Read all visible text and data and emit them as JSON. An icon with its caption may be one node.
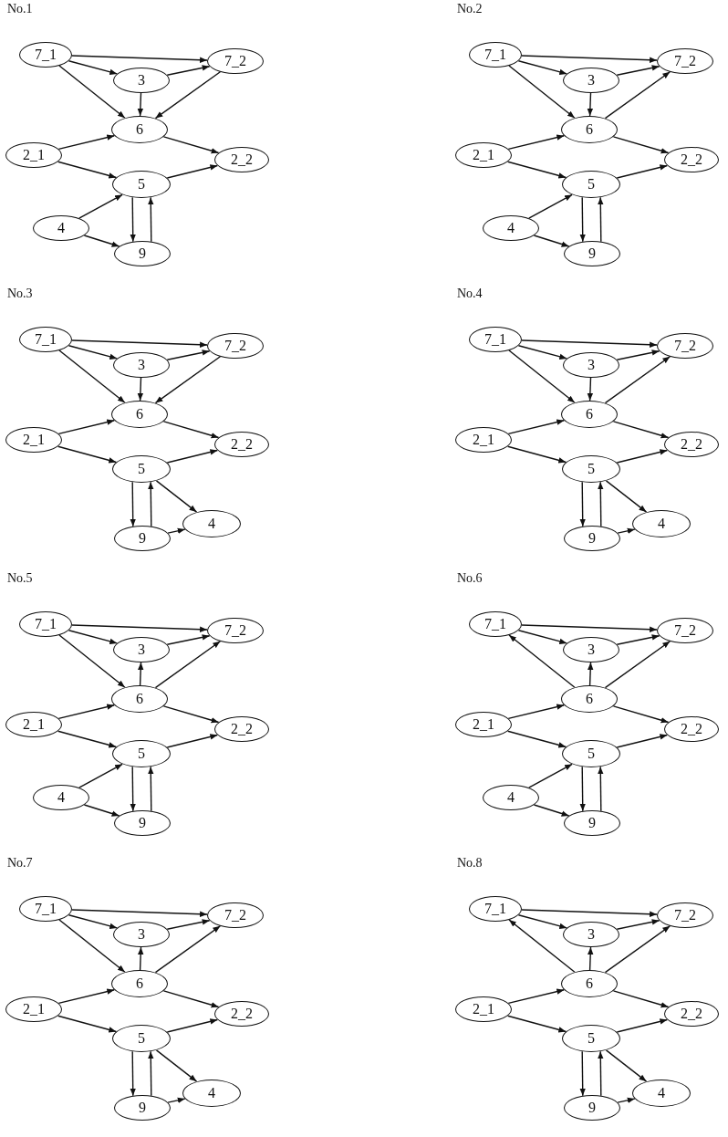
{
  "diagram": {
    "nodes": [
      {
        "text": [
          "7_1"
        ]
      },
      {
        "text": [
          "7_2"
        ]
      },
      {
        "text": [
          "3"
        ]
      },
      {
        "text": [
          "6"
        ]
      },
      {
        "text": [
          "2_1"
        ]
      },
      {
        "text": [
          "2_2"
        ]
      },
      {
        "text": [
          "5"
        ]
      },
      {
        "text": [
          "4"
        ]
      },
      {
        "text": [
          "9"
        ]
      },
      {
        "text": [
          "7_1"
        ]
      },
      {
        "text": [
          "7_2"
        ]
      },
      {
        "text": [
          "3"
        ]
      },
      {
        "text": [
          "6"
        ]
      },
      {
        "text": [
          "2_1"
        ]
      },
      {
        "text": [
          "2_2"
        ]
      },
      {
        "text": [
          "5"
        ]
      },
      {
        "text": [
          "4"
        ]
      },
      {
        "text": [
          "9"
        ]
      },
      {
        "text": [
          "7_1"
        ]
      },
      {
        "text": [
          "7_2"
        ]
      },
      {
        "text": [
          "3"
        ]
      },
      {
        "text": [
          "6"
        ]
      },
      {
        "text": [
          "2_1"
        ]
      },
      {
        "text": [
          "2_2"
        ]
      },
      {
        "text": [
          "5"
        ]
      },
      {
        "text": [
          "4"
        ]
      },
      {
        "text": [
          "9"
        ]
      },
      {
        "text": [
          "7_1"
        ]
      },
      {
        "text": [
          "7_2"
        ]
      },
      {
        "text": [
          "3"
        ]
      },
      {
        "text": [
          "6"
        ]
      },
      {
        "text": [
          "2_1"
        ]
      },
      {
        "text": [
          "2_2"
        ]
      },
      {
        "text": [
          "5"
        ]
      },
      {
        "text": [
          "4"
        ]
      },
      {
        "text": [
          "9"
        ]
      },
      {
        "text": [
          "7_1"
        ]
      },
      {
        "text": [
          "7_2"
        ]
      },
      {
        "text": [
          "3"
        ]
      },
      {
        "text": [
          "6"
        ]
      },
      {
        "text": [
          "2_1"
        ]
      },
      {
        "text": [
          "2_2"
        ]
      },
      {
        "text": [
          "5"
        ]
      },
      {
        "text": [
          "4"
        ]
      },
      {
        "text": [
          "9"
        ]
      },
      {
        "text": [
          "7_1"
        ]
      },
      {
        "text": [
          "7_2"
        ]
      },
      {
        "text": [
          "3"
        ]
      },
      {
        "text": [
          "6"
        ]
      },
      {
        "text": [
          "2_1"
        ]
      },
      {
        "text": [
          "2_2"
        ]
      },
      {
        "text": [
          "5"
        ]
      },
      {
        "text": [
          "4"
        ]
      },
      {
        "text": [
          "9"
        ]
      },
      {
        "text": [
          "7_1"
        ]
      },
      {
        "text": [
          "7_2"
        ]
      },
      {
        "text": [
          "3"
        ]
      },
      {
        "text": [
          "6"
        ]
      },
      {
        "text": [
          "2_1"
        ]
      },
      {
        "text": [
          "2_2"
        ]
      },
      {
        "text": [
          "5"
        ]
      },
      {
        "text": [
          "4"
        ]
      },
      {
        "text": [
          "9"
        ]
      },
      {
        "text": [
          "7_1"
        ]
      },
      {
        "text": [
          "7_2"
        ]
      },
      {
        "text": [
          "3"
        ]
      },
      {
        "text": [
          "6"
        ]
      },
      {
        "text": [
          "2_1"
        ]
      },
      {
        "text": [
          "2_2"
        ]
      },
      {
        "text": [
          "5"
        ]
      },
      {
        "text": [
          "4"
        ]
      },
      {
        "text": [
          "9"
        ]
      }
    ],
    "edges": [
      {
        "from": 0,
        "to": 1,
        "arrow": "to"
      },
      {
        "from": 0,
        "to": 2,
        "arrow": "to"
      },
      {
        "from": 2,
        "to": 1,
        "arrow": "to"
      },
      {
        "from": 0,
        "to": 3,
        "arrow": "to"
      },
      {
        "from": 2,
        "to": 3,
        "arrow": "to"
      },
      {
        "from": 1,
        "to": 3,
        "arrow": "to"
      },
      {
        "from": 4,
        "to": 3,
        "arrow": "to"
      },
      {
        "from": 3,
        "to": 5,
        "arrow": "to"
      },
      {
        "from": 4,
        "to": 6,
        "arrow": "to"
      },
      {
        "from": 6,
        "to": 5,
        "arrow": "to"
      },
      {
        "from": 7,
        "to": 6,
        "arrow": "to"
      },
      {
        "from": 7,
        "to": 8,
        "arrow": "to"
      },
      {
        "from": 6,
        "to": 8,
        "arrow": "to"
      },
      {
        "from": 8,
        "to": 6,
        "arrow": "to"
      },
      {
        "from": 9,
        "to": 10,
        "arrow": "to"
      },
      {
        "from": 9,
        "to": 11,
        "arrow": "to"
      },
      {
        "from": 11,
        "to": 10,
        "arrow": "to"
      },
      {
        "from": 9,
        "to": 12,
        "arrow": "to"
      },
      {
        "from": 11,
        "to": 12,
        "arrow": "to"
      },
      {
        "from": 12,
        "to": 10,
        "arrow": "to"
      },
      {
        "from": 13,
        "to": 12,
        "arrow": "to"
      },
      {
        "from": 12,
        "to": 14,
        "arrow": "to"
      },
      {
        "from": 13,
        "to": 15,
        "arrow": "to"
      },
      {
        "from": 15,
        "to": 14,
        "arrow": "to"
      },
      {
        "from": 16,
        "to": 15,
        "arrow": "to"
      },
      {
        "from": 16,
        "to": 17,
        "arrow": "to"
      },
      {
        "from": 15,
        "to": 17,
        "arrow": "to"
      },
      {
        "from": 17,
        "to": 15,
        "arrow": "to"
      },
      {
        "from": 18,
        "to": 19,
        "arrow": "to"
      },
      {
        "from": 18,
        "to": 20,
        "arrow": "to"
      },
      {
        "from": 20,
        "to": 19,
        "arrow": "to"
      },
      {
        "from": 18,
        "to": 21,
        "arrow": "to"
      },
      {
        "from": 20,
        "to": 21,
        "arrow": "to"
      },
      {
        "from": 19,
        "to": 21,
        "arrow": "to"
      },
      {
        "from": 22,
        "to": 21,
        "arrow": "to"
      },
      {
        "from": 21,
        "to": 23,
        "arrow": "to"
      },
      {
        "from": 22,
        "to": 24,
        "arrow": "to"
      },
      {
        "from": 24,
        "to": 23,
        "arrow": "to"
      },
      {
        "from": 24,
        "to": 25,
        "arrow": "to"
      },
      {
        "from": 26,
        "to": 25,
        "arrow": "to"
      },
      {
        "from": 24,
        "to": 26,
        "arrow": "to"
      },
      {
        "from": 26,
        "to": 24,
        "arrow": "to"
      },
      {
        "from": 27,
        "to": 28,
        "arrow": "to"
      },
      {
        "from": 27,
        "to": 29,
        "arrow": "to"
      },
      {
        "from": 29,
        "to": 28,
        "arrow": "to"
      },
      {
        "from": 27,
        "to": 30,
        "arrow": "to"
      },
      {
        "from": 29,
        "to": 30,
        "arrow": "to"
      },
      {
        "from": 30,
        "to": 28,
        "arrow": "to"
      },
      {
        "from": 31,
        "to": 30,
        "arrow": "to"
      },
      {
        "from": 30,
        "to": 32,
        "arrow": "to"
      },
      {
        "from": 31,
        "to": 33,
        "arrow": "to"
      },
      {
        "from": 33,
        "to": 32,
        "arrow": "to"
      },
      {
        "from": 33,
        "to": 34,
        "arrow": "to"
      },
      {
        "from": 35,
        "to": 34,
        "arrow": "to"
      },
      {
        "from": 33,
        "to": 35,
        "arrow": "to"
      },
      {
        "from": 35,
        "to": 33,
        "arrow": "to"
      },
      {
        "from": 36,
        "to": 37,
        "arrow": "to"
      },
      {
        "from": 36,
        "to": 38,
        "arrow": "to"
      },
      {
        "from": 38,
        "to": 37,
        "arrow": "to"
      },
      {
        "from": 36,
        "to": 39,
        "arrow": "to"
      },
      {
        "from": 39,
        "to": 38,
        "arrow": "to"
      },
      {
        "from": 39,
        "to": 37,
        "arrow": "to"
      },
      {
        "from": 40,
        "to": 39,
        "arrow": "to"
      },
      {
        "from": 39,
        "to": 41,
        "arrow": "to"
      },
      {
        "from": 40,
        "to": 42,
        "arrow": "to"
      },
      {
        "from": 42,
        "to": 41,
        "arrow": "to"
      },
      {
        "from": 43,
        "to": 42,
        "arrow": "to"
      },
      {
        "from": 43,
        "to": 44,
        "arrow": "to"
      },
      {
        "from": 42,
        "to": 44,
        "arrow": "to"
      },
      {
        "from": 44,
        "to": 42,
        "arrow": "to"
      },
      {
        "from": 45,
        "to": 46,
        "arrow": "to"
      },
      {
        "from": 45,
        "to": 47,
        "arrow": "to"
      },
      {
        "from": 47,
        "to": 46,
        "arrow": "to"
      },
      {
        "from": 48,
        "to": 45,
        "arrow": "to"
      },
      {
        "from": 48,
        "to": 47,
        "arrow": "to"
      },
      {
        "from": 48,
        "to": 46,
        "arrow": "to"
      },
      {
        "from": 49,
        "to": 48,
        "arrow": "to"
      },
      {
        "from": 48,
        "to": 50,
        "arrow": "to"
      },
      {
        "from": 49,
        "to": 51,
        "arrow": "to"
      },
      {
        "from": 51,
        "to": 50,
        "arrow": "to"
      },
      {
        "from": 52,
        "to": 51,
        "arrow": "to"
      },
      {
        "from": 52,
        "to": 53,
        "arrow": "to"
      },
      {
        "from": 51,
        "to": 53,
        "arrow": "to"
      },
      {
        "from": 53,
        "to": 51,
        "arrow": "to"
      },
      {
        "from": 54,
        "to": 55,
        "arrow": "to"
      },
      {
        "from": 54,
        "to": 56,
        "arrow": "to"
      },
      {
        "from": 56,
        "to": 55,
        "arrow": "to"
      },
      {
        "from": 54,
        "to": 57,
        "arrow": "to"
      },
      {
        "from": 57,
        "to": 56,
        "arrow": "to"
      },
      {
        "from": 57,
        "to": 55,
        "arrow": "to"
      },
      {
        "from": 58,
        "to": 57,
        "arrow": "to"
      },
      {
        "from": 57,
        "to": 59,
        "arrow": "to"
      },
      {
        "from": 58,
        "to": 60,
        "arrow": "to"
      },
      {
        "from": 60,
        "to": 59,
        "arrow": "to"
      },
      {
        "from": 60,
        "to": 61,
        "arrow": "to"
      },
      {
        "from": 62,
        "to": 61,
        "arrow": "to"
      },
      {
        "from": 60,
        "to": 62,
        "arrow": "to"
      },
      {
        "from": 62,
        "to": 60,
        "arrow": "to"
      },
      {
        "from": 63,
        "to": 64,
        "arrow": "to"
      },
      {
        "from": 63,
        "to": 65,
        "arrow": "to"
      },
      {
        "from": 65,
        "to": 64,
        "arrow": "to"
      },
      {
        "from": 66,
        "to": 63,
        "arrow": "to"
      },
      {
        "from": 66,
        "to": 65,
        "arrow": "to"
      },
      {
        "from": 66,
        "to": 64,
        "arrow": "to"
      },
      {
        "from": 67,
        "to": 66,
        "arrow": "to"
      },
      {
        "from": 66,
        "to": 68,
        "arrow": "to"
      },
      {
        "from": 67,
        "to": 69,
        "arrow": "to"
      },
      {
        "from": 69,
        "to": 68,
        "arrow": "to"
      },
      {
        "from": 69,
        "to": 70,
        "arrow": "to"
      },
      {
        "from": 71,
        "to": 70,
        "arrow": "to"
      },
      {
        "from": 69,
        "to": 71,
        "arrow": "to"
      },
      {
        "from": 71,
        "to": 69,
        "arrow": "to"
      }
    ],
    "labels": [
      "No.1",
      "No.2",
      "No.3",
      "No.4",
      "No.5",
      "No.6",
      "No.7",
      "No.8"
    ]
  }
}
